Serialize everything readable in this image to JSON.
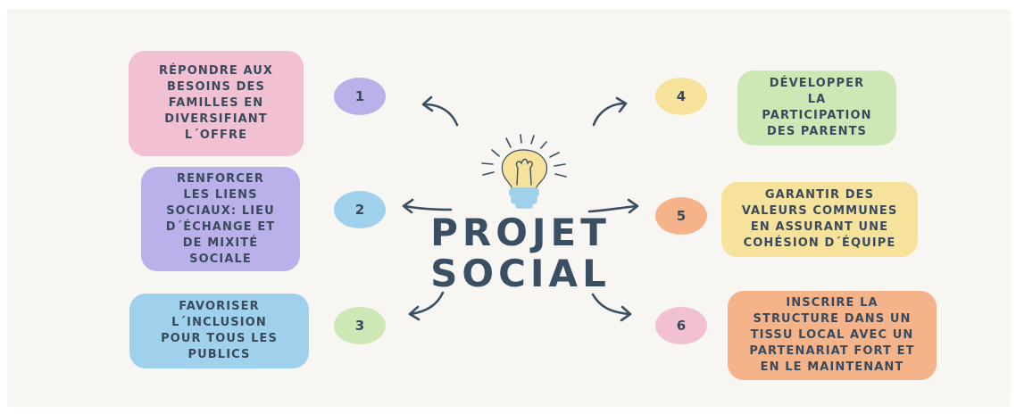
{
  "title": {
    "line1": "PROJET",
    "line2": "SOCIAL"
  },
  "colors": {
    "pink": "#f1c0d2",
    "purple": "#bbb1ea",
    "blue": "#9fd1ec",
    "green": "#cde8b4",
    "yellow": "#f7e29b",
    "orange": "#f4b388",
    "arrow": "#3b4f62",
    "background": "#f8f6f3"
  },
  "items": [
    {
      "number": "1",
      "text": "RÉPONDRE AUX\nBESOINS DES\nFAMILLES EN\nDIVERSIFIANT\nL´OFFRE",
      "box_color": "pink",
      "circle_color": "purple"
    },
    {
      "number": "2",
      "text": "RENFORCER\nLES LIENS\nSOCIAUX: LIEU\nD´ÉCHANGE ET\nDE MIXITÉ\nSOCIALE",
      "box_color": "purple",
      "circle_color": "blue"
    },
    {
      "number": "3",
      "text": "FAVORISER\nL´INCLUSION\nPOUR TOUS LES\nPUBLICS",
      "box_color": "blue",
      "circle_color": "green"
    },
    {
      "number": "4",
      "text": "DÉVELOPPER\nLA\nPARTICIPATION\nDES PARENTS",
      "box_color": "green",
      "circle_color": "yellow"
    },
    {
      "number": "5",
      "text": "GARANTIR DES\nVALEURS COMMUNES\nEN ASSURANT UNE\nCOHÉSION D´ÉQUIPE",
      "box_color": "yellow",
      "circle_color": "orange"
    },
    {
      "number": "6",
      "text": "INSCRIRE LA\nSTRUCTURE DANS UN\nTISSU LOCAL AVEC UN\nPARTENARIAT FORT ET\nEN LE MAINTENANT",
      "box_color": "orange",
      "circle_color": "pink"
    }
  ]
}
